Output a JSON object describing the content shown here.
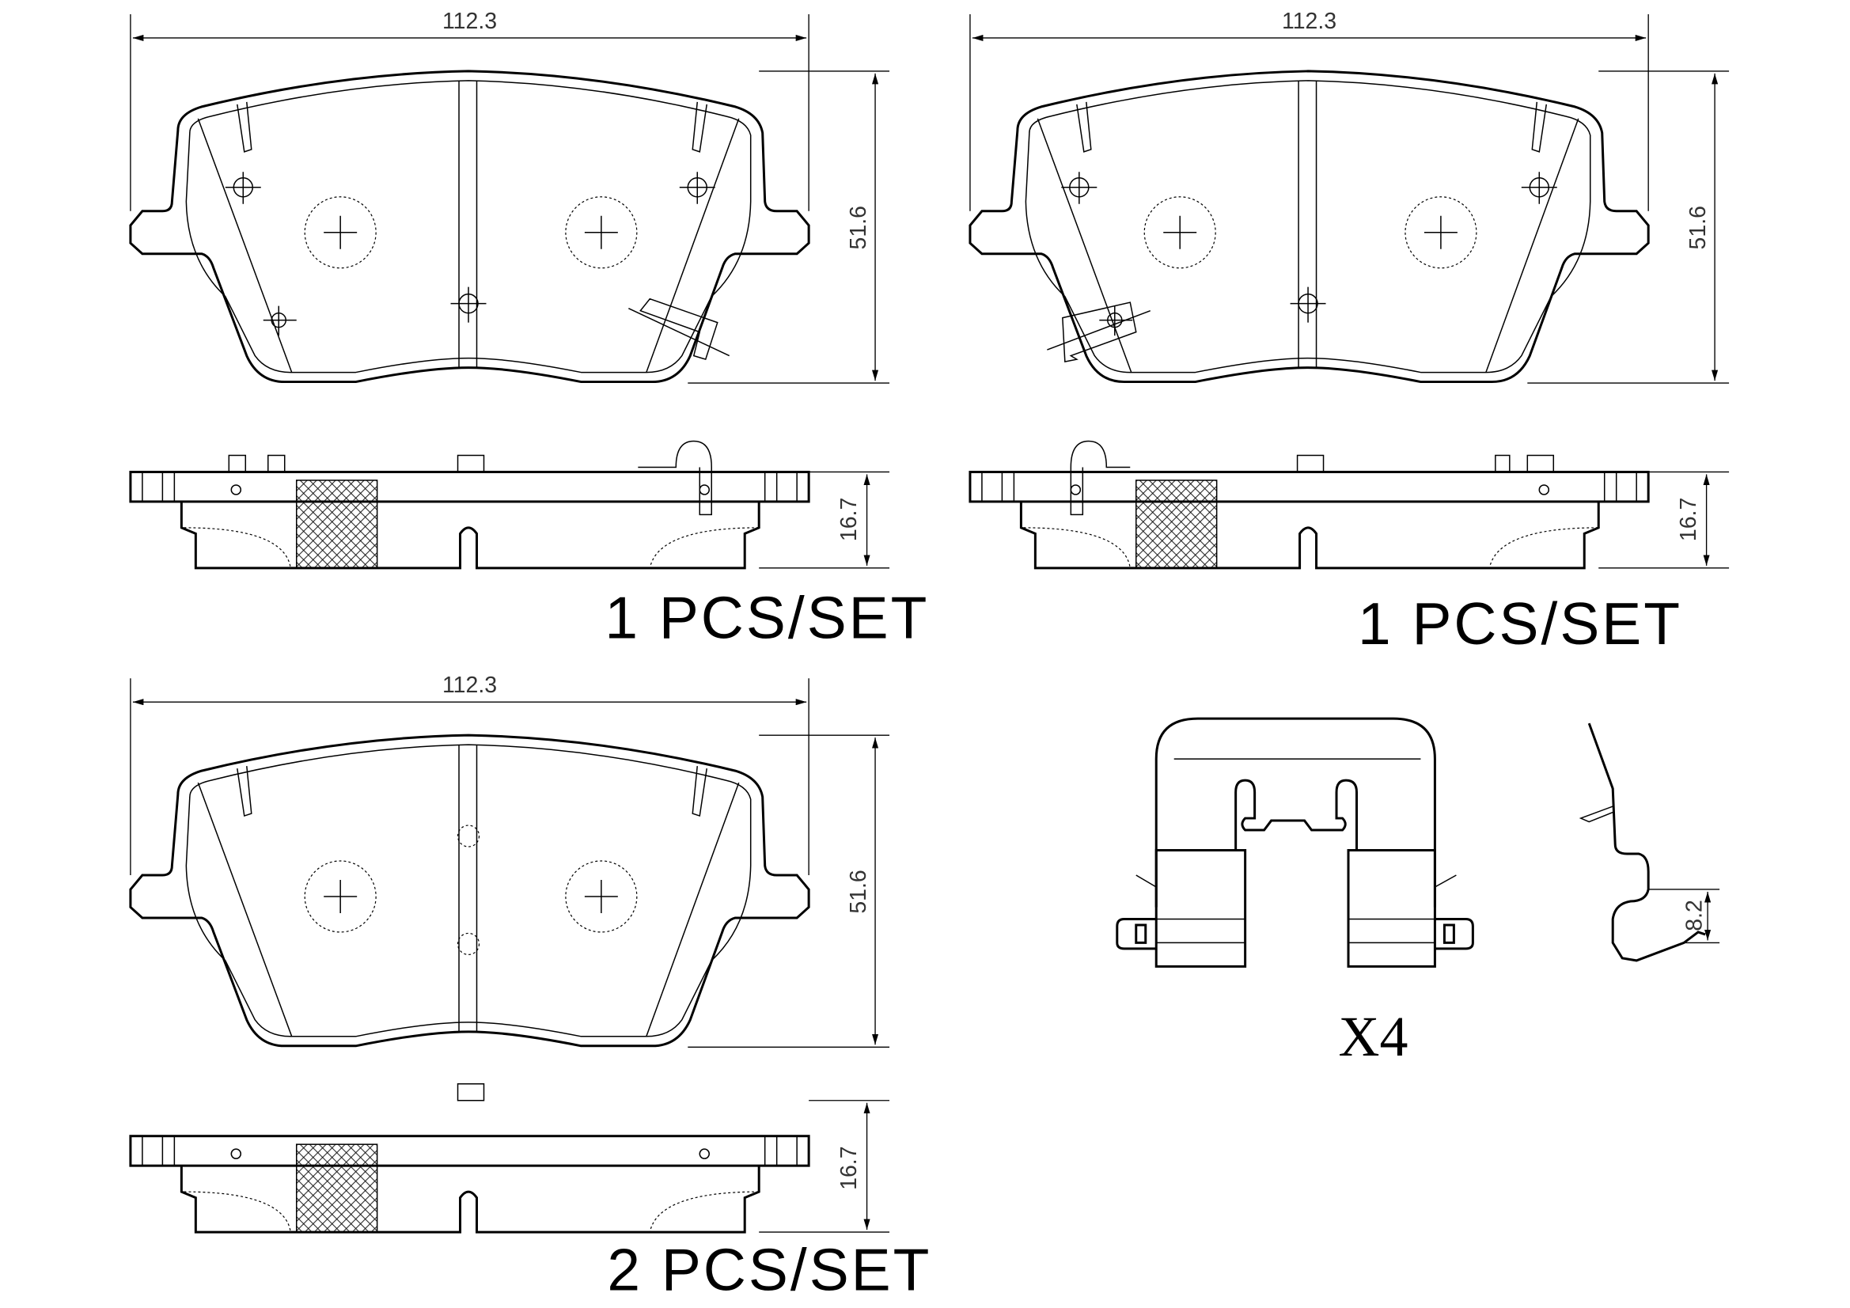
{
  "drawing": {
    "pads": [
      {
        "width_dim": "112.3",
        "height_dim": "51.6",
        "thickness_dim": "16.7",
        "quantity": "1 PCS/SET",
        "wear_sensor": "right"
      },
      {
        "width_dim": "112.3",
        "height_dim": "51.6",
        "thickness_dim": "16.7",
        "quantity": "1 PCS/SET",
        "wear_sensor": "left"
      },
      {
        "width_dim": "112.3",
        "height_dim": "51.6",
        "thickness_dim": "16.7",
        "quantity": "2 PCS/SET",
        "wear_sensor": "none"
      }
    ],
    "clip": {
      "quantity": "X4",
      "dim": "8.2"
    }
  }
}
